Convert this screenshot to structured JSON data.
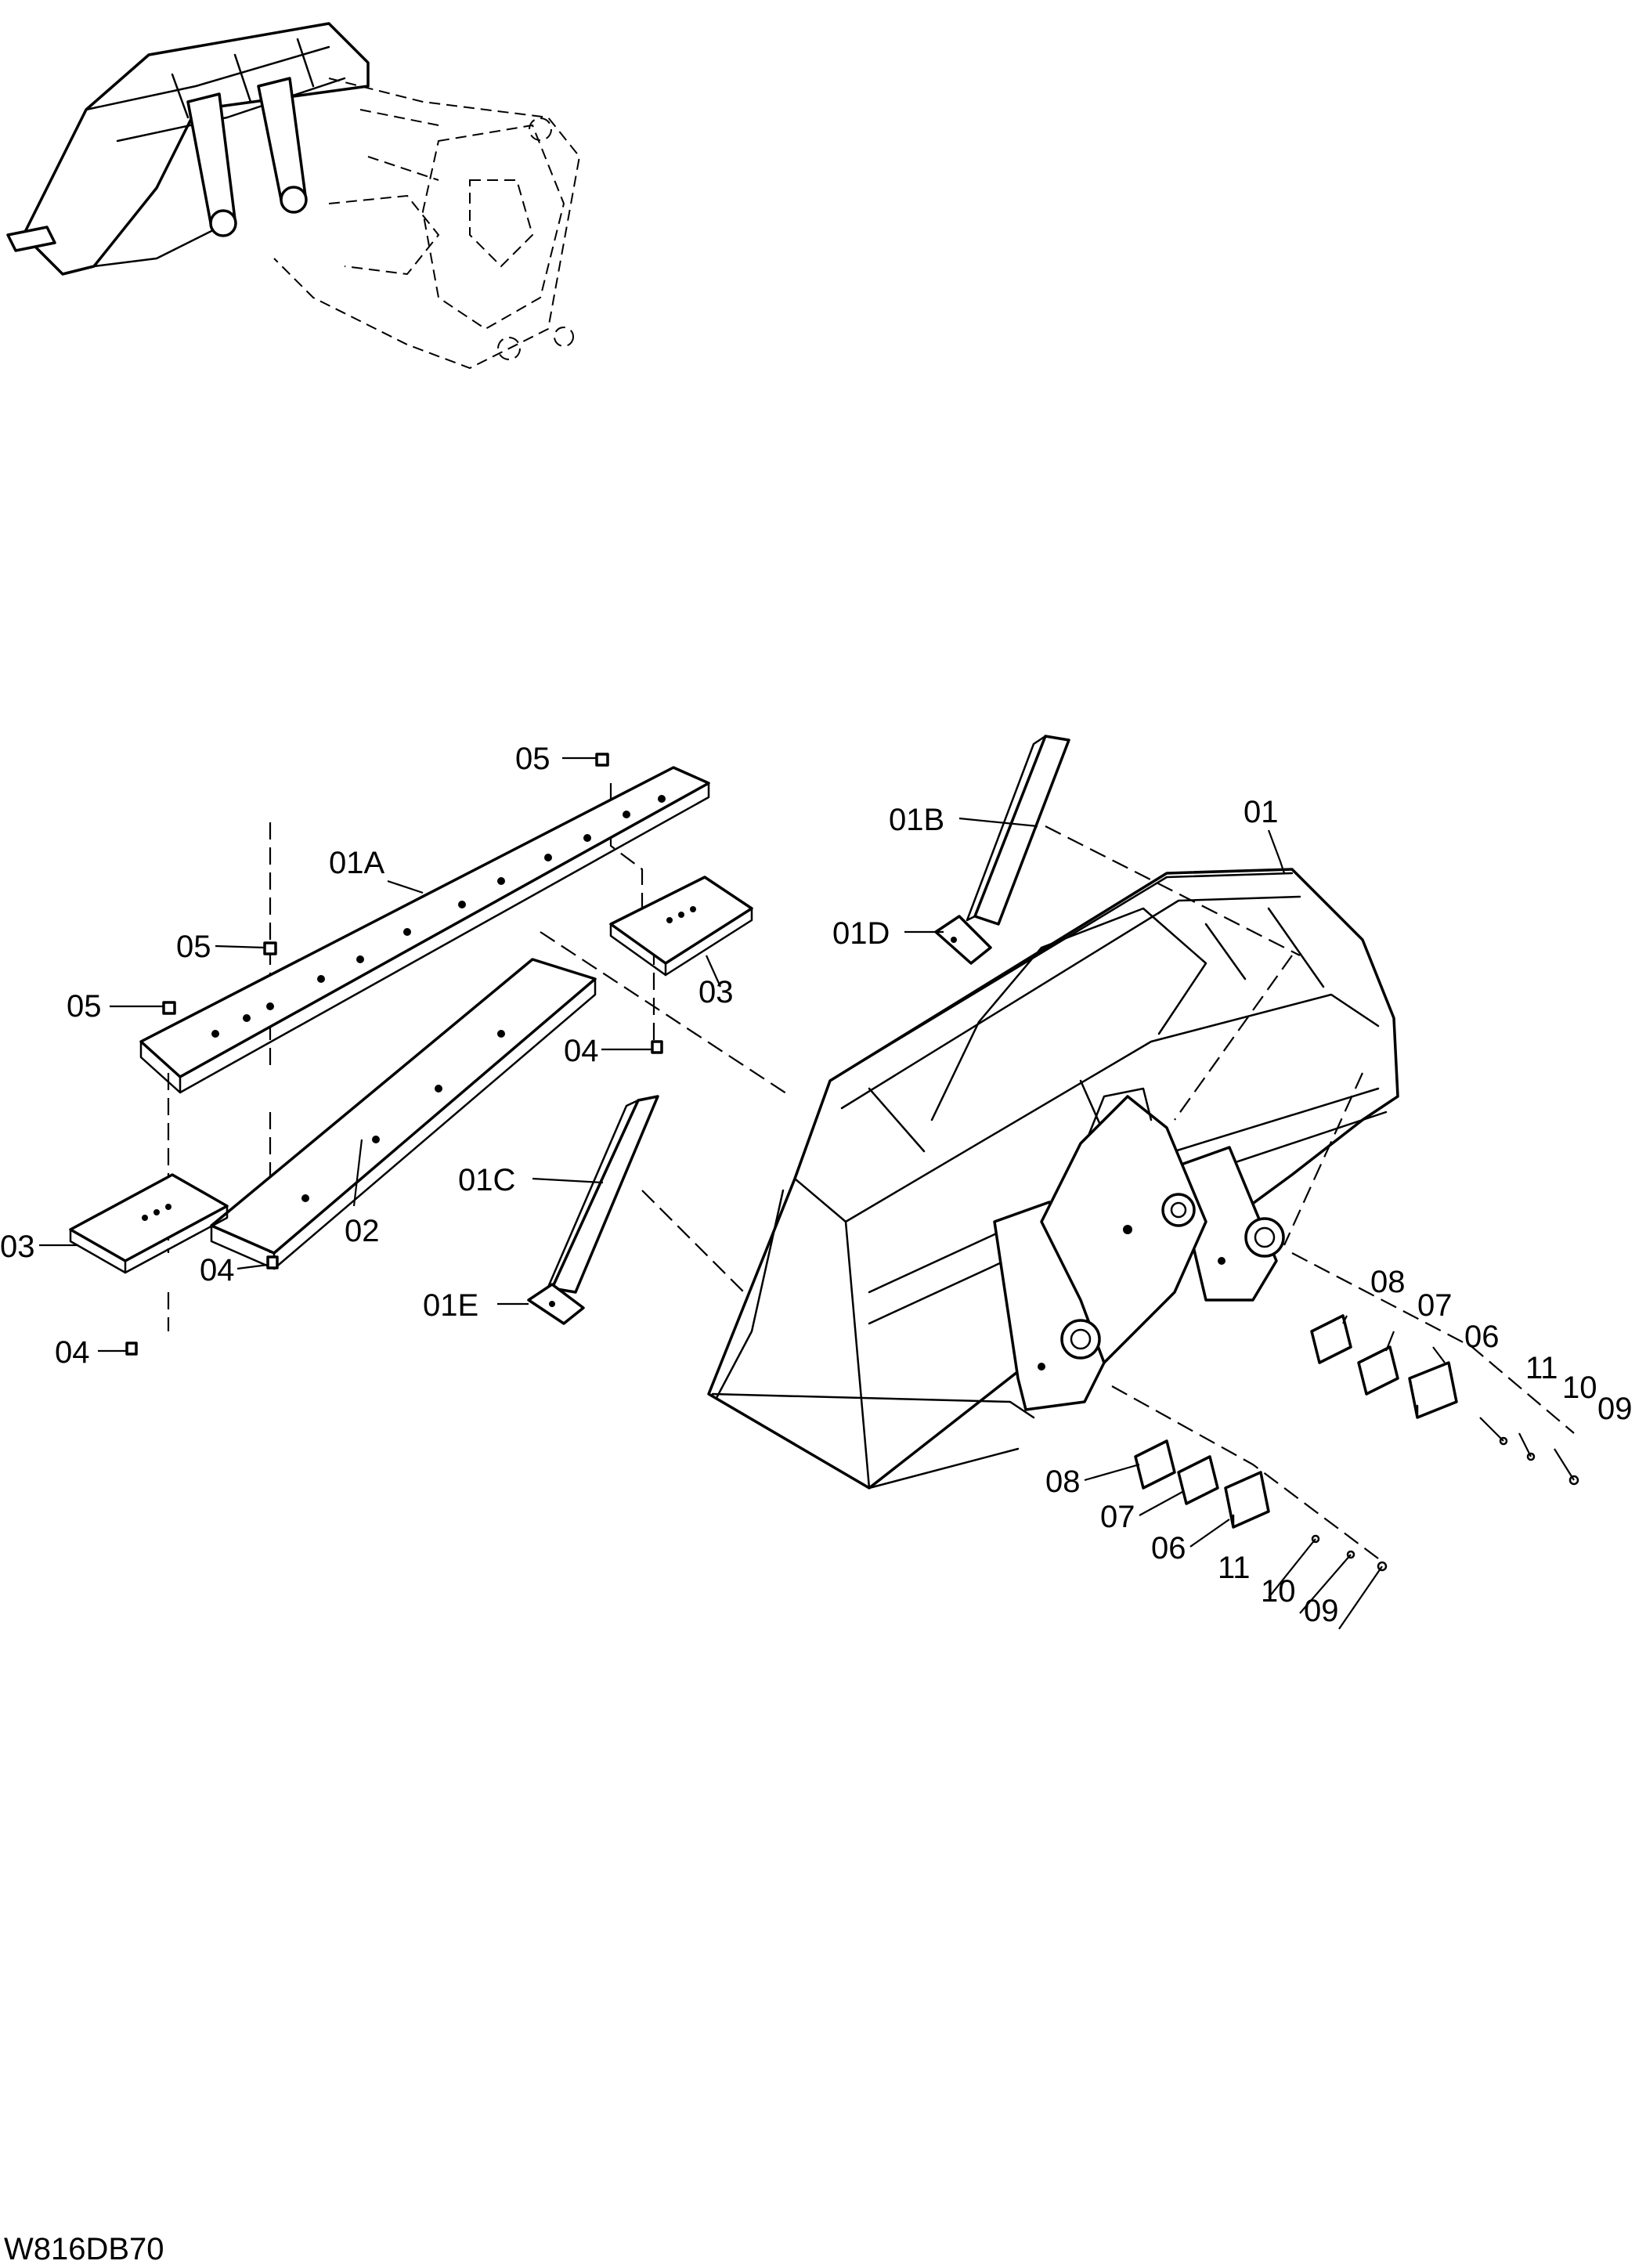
{
  "drawing_code": "W816DB70",
  "labels": {
    "l01": "01",
    "l01A": "01A",
    "l01B": "01B",
    "l01C": "01C",
    "l01D": "01D",
    "l01E": "01E",
    "l02": "02",
    "l03": "03",
    "l04": "04",
    "l05": "05",
    "l06": "06",
    "l07": "07",
    "l08": "08",
    "l09": "09",
    "l10": "10",
    "l11": "11"
  }
}
